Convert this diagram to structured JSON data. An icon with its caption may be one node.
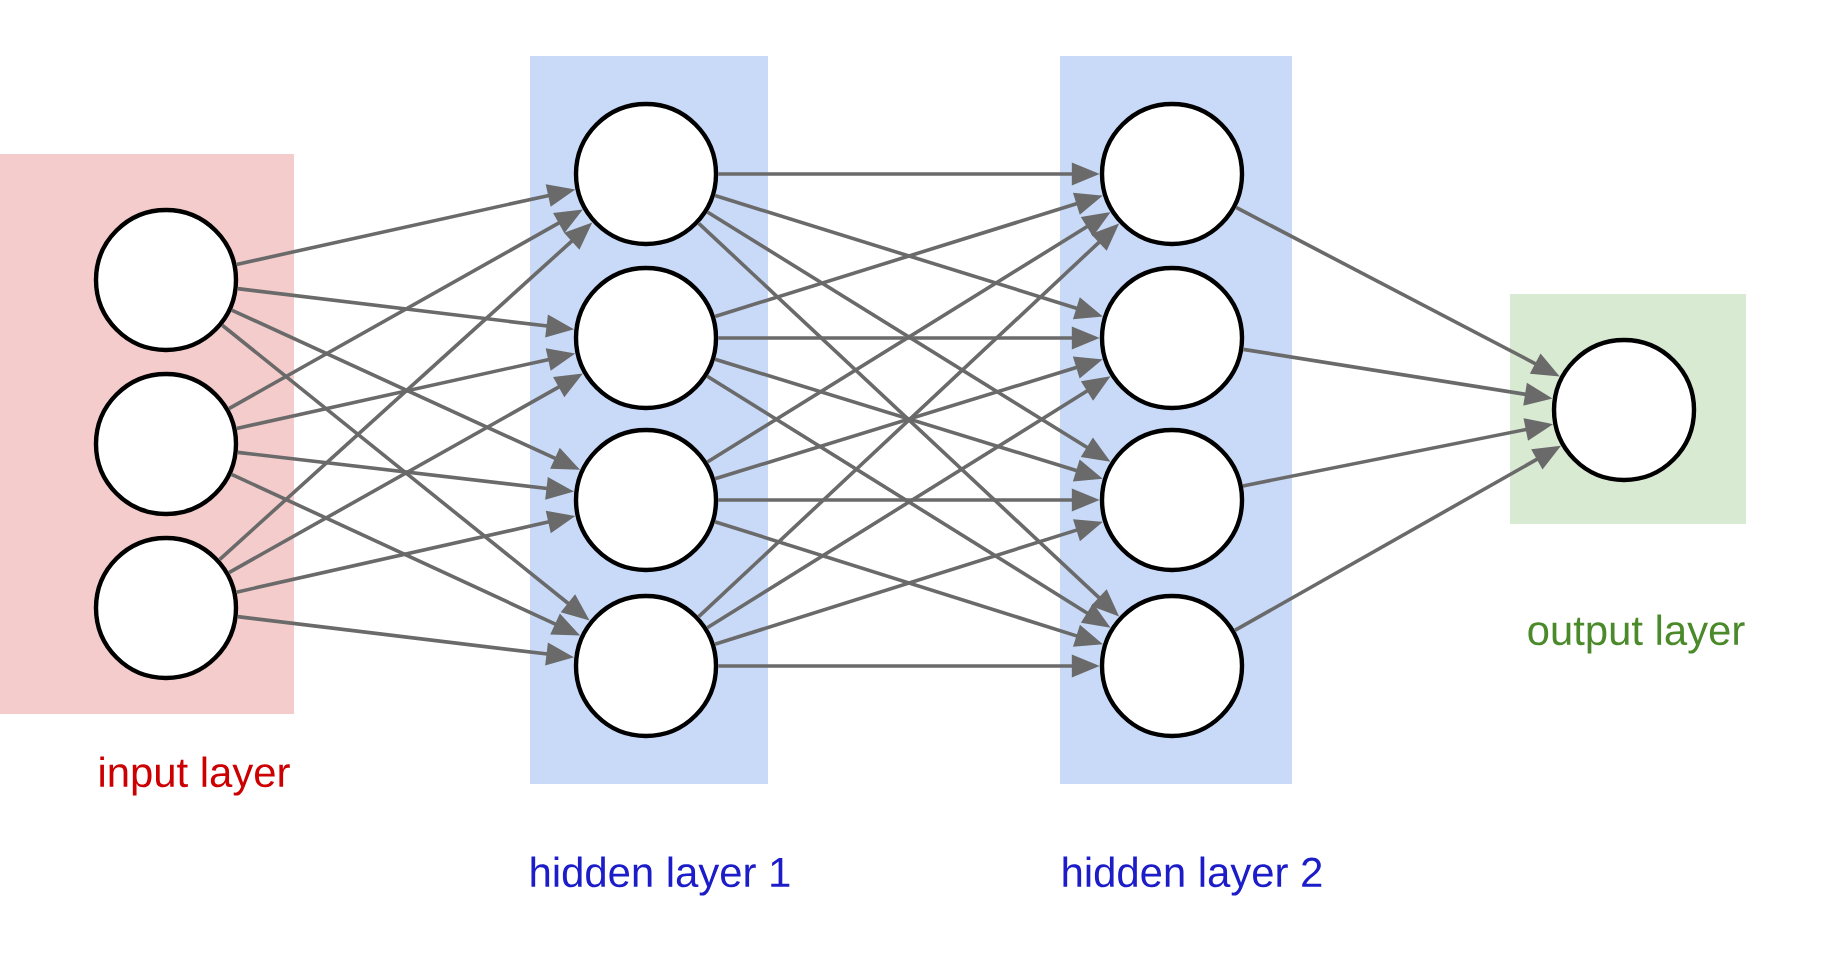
{
  "diagram": {
    "nodes": [
      {
        "text": [
          "input layer"
        ]
      },
      {
        "text": [],
        "shape": "circle",
        "in": 0
      },
      {
        "text": [],
        "shape": "circle",
        "in": 0
      },
      {
        "text": [],
        "shape": "circle",
        "in": 0
      },
      {
        "text": [
          "hidden layer 1"
        ]
      },
      {
        "text": [],
        "shape": "circle",
        "in": 4
      },
      {
        "text": [],
        "shape": "circle",
        "in": 4
      },
      {
        "text": [],
        "shape": "circle",
        "in": 4
      },
      {
        "text": [],
        "shape": "circle",
        "in": 4
      },
      {
        "text": [
          "hidden layer 2"
        ]
      },
      {
        "text": [],
        "shape": "circle",
        "in": 9
      },
      {
        "text": [],
        "shape": "circle",
        "in": 9
      },
      {
        "text": [],
        "shape": "circle",
        "in": 9
      },
      {
        "text": [],
        "shape": "circle",
        "in": 9
      },
      {
        "text": [
          "output layer"
        ]
      },
      {
        "text": [],
        "shape": "circle",
        "in": 14
      }
    ],
    "edges": [
      {
        "from": 1,
        "to": 5,
        "arrow": "to"
      },
      {
        "from": 1,
        "to": 6,
        "arrow": "to"
      },
      {
        "from": 1,
        "to": 7,
        "arrow": "to"
      },
      {
        "from": 1,
        "to": 8,
        "arrow": "to"
      },
      {
        "from": 2,
        "to": 5,
        "arrow": "to"
      },
      {
        "from": 2,
        "to": 6,
        "arrow": "to"
      },
      {
        "from": 2,
        "to": 7,
        "arrow": "to"
      },
      {
        "from": 2,
        "to": 8,
        "arrow": "to"
      },
      {
        "from": 3,
        "to": 5,
        "arrow": "to"
      },
      {
        "from": 3,
        "to": 6,
        "arrow": "to"
      },
      {
        "from": 3,
        "to": 7,
        "arrow": "to"
      },
      {
        "from": 3,
        "to": 8,
        "arrow": "to"
      },
      {
        "from": 5,
        "to": 10,
        "arrow": "to"
      },
      {
        "from": 5,
        "to": 11,
        "arrow": "to"
      },
      {
        "from": 5,
        "to": 12,
        "arrow": "to"
      },
      {
        "from": 5,
        "to": 13,
        "arrow": "to"
      },
      {
        "from": 6,
        "to": 10,
        "arrow": "to"
      },
      {
        "from": 6,
        "to": 11,
        "arrow": "to"
      },
      {
        "from": 6,
        "to": 12,
        "arrow": "to"
      },
      {
        "from": 6,
        "to": 13,
        "arrow": "to"
      },
      {
        "from": 7,
        "to": 10,
        "arrow": "to"
      },
      {
        "from": 7,
        "to": 11,
        "arrow": "to"
      },
      {
        "from": 7,
        "to": 12,
        "arrow": "to"
      },
      {
        "from": 7,
        "to": 13,
        "arrow": "to"
      },
      {
        "from": 8,
        "to": 10,
        "arrow": "to"
      },
      {
        "from": 8,
        "to": 11,
        "arrow": "to"
      },
      {
        "from": 8,
        "to": 12,
        "arrow": "to"
      },
      {
        "from": 8,
        "to": 13,
        "arrow": "to"
      },
      {
        "from": 10,
        "to": 15,
        "arrow": "to"
      },
      {
        "from": 11,
        "to": 15,
        "arrow": "to"
      },
      {
        "from": 12,
        "to": 15,
        "arrow": "to"
      },
      {
        "from": 13,
        "to": 15,
        "arrow": "to"
      }
    ]
  }
}
